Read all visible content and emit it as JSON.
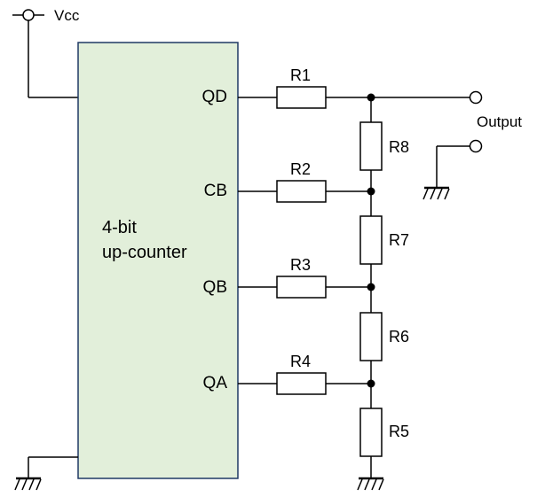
{
  "supply": {
    "label": "Vcc"
  },
  "counter": {
    "line1": "4-bit",
    "line2": "up-counter",
    "fill": "#e2efda",
    "stroke": "#1f3864"
  },
  "pins": {
    "qd": "QD",
    "cb": "CB",
    "qb": "QB",
    "qa": "QA"
  },
  "resistors": {
    "r1": "R1",
    "r2": "R2",
    "r3": "R3",
    "r4": "R4",
    "r5": "R5",
    "r6": "R6",
    "r7": "R7",
    "r8": "R8"
  },
  "output": {
    "label": "Output"
  },
  "colors": {
    "wire": "#000000"
  }
}
